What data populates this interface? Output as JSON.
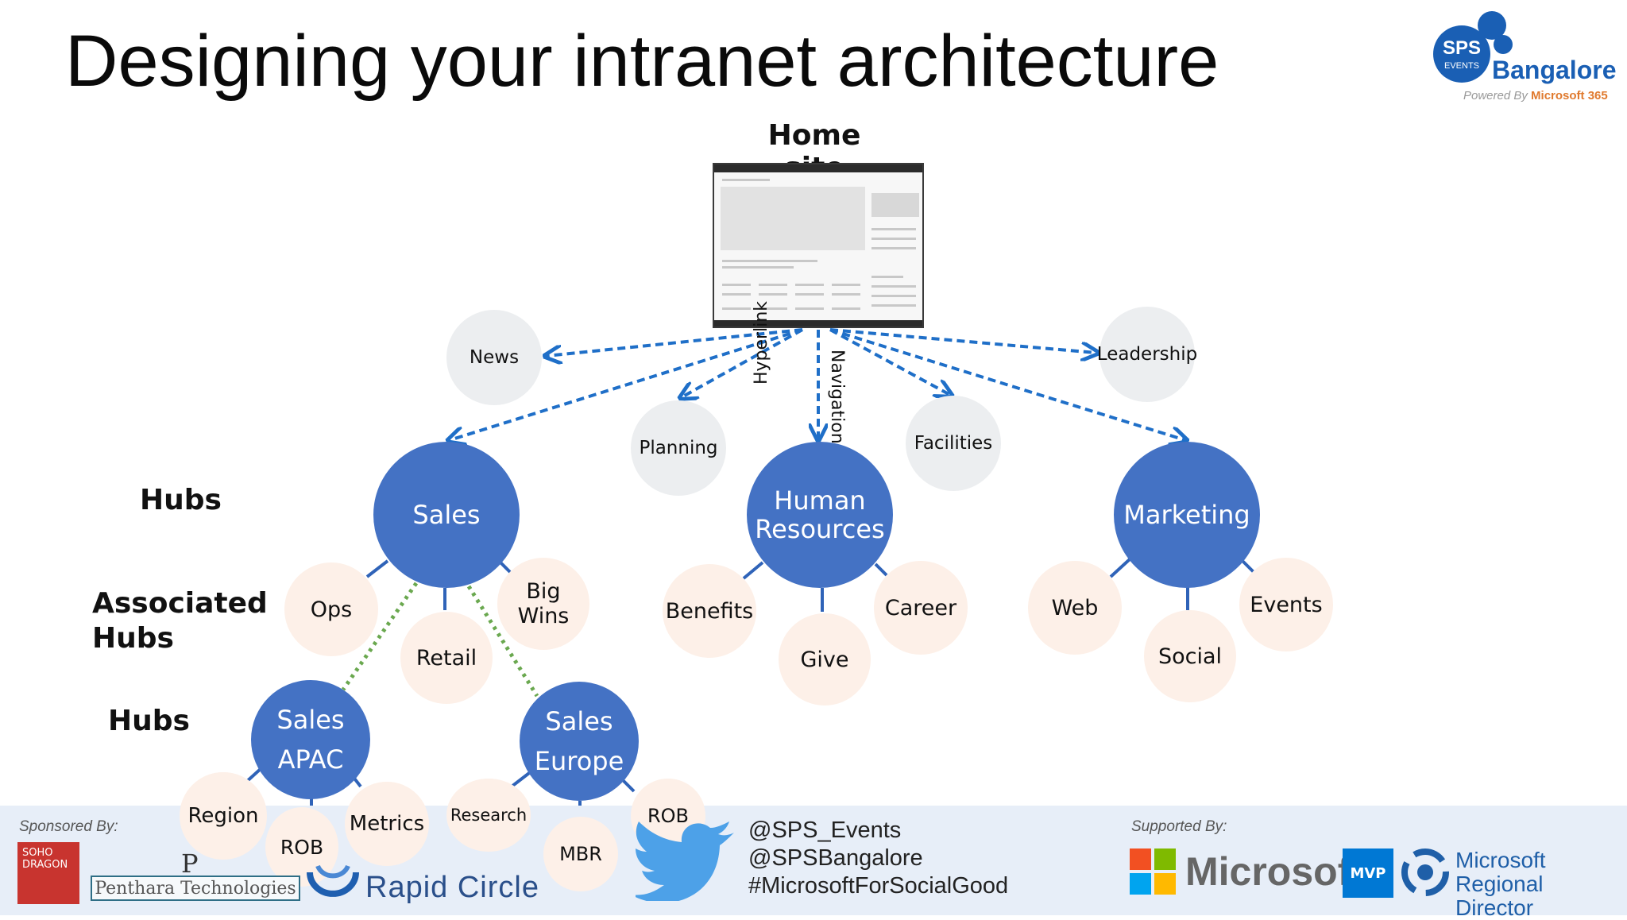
{
  "title": "Designing your intranet architecture",
  "home_site": "Home site",
  "link_labels": {
    "hyperlink": "Hyperlink",
    "navigation": "Navigation"
  },
  "row_labels": {
    "hubs_top": "Hubs",
    "associated_hubs_line1": "Associated",
    "associated_hubs_line2": "Hubs",
    "hubs_bottom": "Hubs"
  },
  "topics": {
    "news": "News",
    "planning": "Planning",
    "facilities": "Facilities",
    "leadership": "Leadership"
  },
  "hubs": {
    "sales": "Sales",
    "hr_line1": "Human",
    "hr_line2": "Resources",
    "marketing": "Marketing",
    "sales_apac_line1": "Sales",
    "sales_apac_line2": "APAC",
    "sales_europe_line1": "Sales",
    "sales_europe_line2": "Europe"
  },
  "associated": {
    "ops": "Ops",
    "retail": "Retail",
    "big_wins": "Big Wins",
    "benefits": "Benefits",
    "give": "Give",
    "career": "Career",
    "web": "Web",
    "social": "Social",
    "events": "Events",
    "region": "Region",
    "rob_apac": "ROB",
    "metrics": "Metrics",
    "research": "Research",
    "mbr": "MBR",
    "rob_europe": "ROB"
  },
  "branding": {
    "sps_line1": "SPS",
    "sps_line2": "EVENTS",
    "city": "Bangalore",
    "powered_prefix": "Powered By",
    "powered_brand": "Microsoft 365"
  },
  "footer": {
    "sponsored_by": "Sponsored By:",
    "soho_line1": "SOHO",
    "soho_line2": "DRAGON",
    "penthara_mark": "P",
    "penthara": "Penthara Technologies",
    "rapid_circle": "Rapid Circle",
    "social_1": "@SPS_Events",
    "social_2": "@SPSBangalore",
    "social_3": "#MicrosoftForSocialGood",
    "supported_by": "Supported By:",
    "microsoft": "Microsoft",
    "mvp": "MVP",
    "rd_line1": "Microsoft",
    "rd_line2": "Regional Director"
  },
  "colors": {
    "hub": "#4472c4",
    "topic": "#eceef0",
    "associated": "#fdf0e8",
    "arrow": "#1f6fc8",
    "dotted_green": "#6aa84f",
    "footer": "#e7eef8"
  }
}
